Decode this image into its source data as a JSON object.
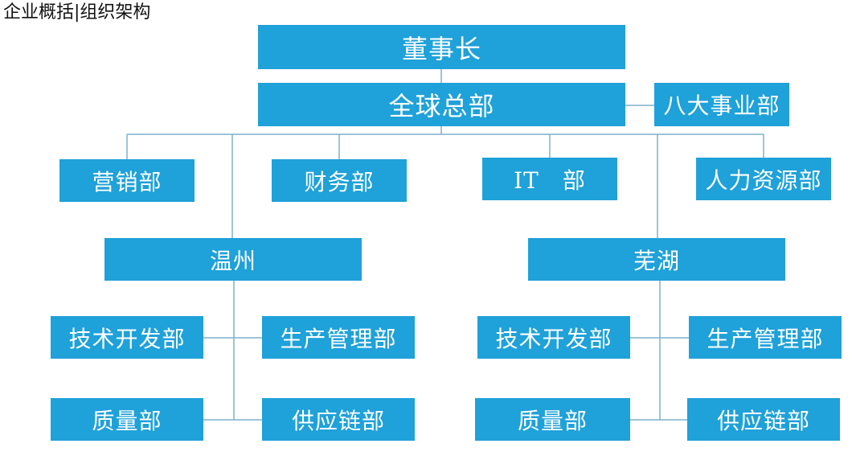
{
  "header": {
    "title": "企业概括|组织架构"
  },
  "org": {
    "chairman": "董事长",
    "global_hq": "全球总部",
    "eight_divisions": "八大事业部",
    "departments": {
      "marketing": "营销部",
      "finance": "财务部",
      "it": "IT　部",
      "hr": "人力资源部"
    },
    "branches": [
      {
        "name": "温州",
        "units": {
          "tech": "技术开发部",
          "production": "生产管理部",
          "quality": "质量部",
          "supply": "供应链部"
        }
      },
      {
        "name": "芜湖",
        "units": {
          "tech": "技术开发部",
          "production": "生产管理部",
          "quality": "质量部",
          "supply": "供应链部"
        }
      }
    ]
  },
  "colors": {
    "box": "#1fa1d9",
    "line": "#7fb0cc",
    "text": "#ffffff"
  }
}
